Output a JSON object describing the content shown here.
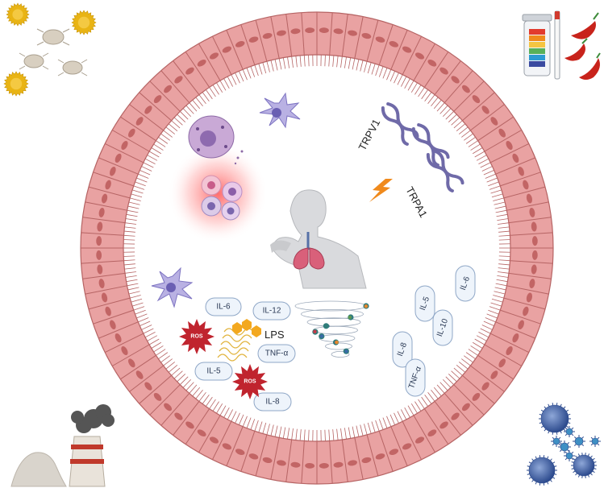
{
  "labels": {
    "trpv1": "TRPV1",
    "trpa1": "TRPA1",
    "lps": "LPS",
    "ros": "ROS"
  },
  "cytokines_left": [
    "IL-6",
    "IL-12",
    "TNF-α",
    "IL-5",
    "IL-8"
  ],
  "cytokines_right": [
    "IL-5",
    "IL-6",
    "IL-10",
    "IL-8",
    "TNF-α"
  ],
  "colors": {
    "epithelium": "#e9a2a2",
    "epithelium_border": "#b66464",
    "nucleus": "#c26565",
    "pill_fill": "#eef4fb",
    "pill_border": "#8fa7c7",
    "ros": "#c0242e",
    "receptor": "#6f6aa8",
    "lightning": "#f08a1c"
  },
  "icons": {
    "top_left": "pollen-and-dust-mites-icon",
    "top_right": "ph-test-strip-and-chili-peppers-icon",
    "bottom_left": "dust-pile-and-factory-icon",
    "bottom_right": "virus-particles-icon",
    "center": "coughing-person-lungs-icon"
  }
}
